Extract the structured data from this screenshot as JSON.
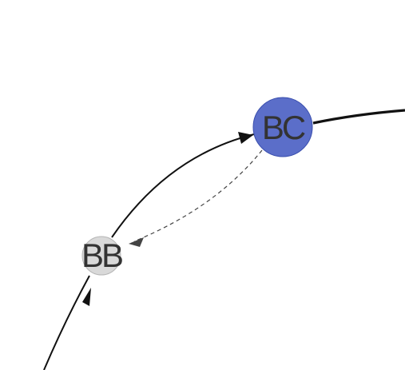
{
  "nodes": [
    {
      "id": "BC",
      "label": "BC",
      "fill": "#5b6ec9",
      "stroke": "#3a4fae"
    },
    {
      "id": "BB",
      "label": "BB",
      "fill": "#d9d9d9",
      "stroke": "#b5b5b5"
    }
  ],
  "edges": [
    {
      "from": "offscreen-bottom",
      "to": "BB",
      "style": "solid",
      "arrow": true
    },
    {
      "from": "BB",
      "to": "BC",
      "style": "solid",
      "arrow": true
    },
    {
      "from": "BC",
      "to": "BB",
      "style": "dashed",
      "arrow": true
    },
    {
      "from": "BC",
      "to": "offscreen-right",
      "style": "solid-thick",
      "arrow": false
    }
  ],
  "colors": {
    "edge": "#111111",
    "dashed_edge": "#444444",
    "label_text": "#333333"
  }
}
